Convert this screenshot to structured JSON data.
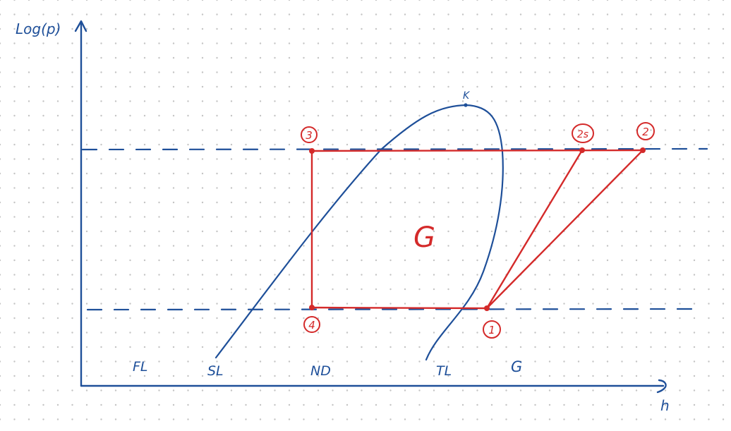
{
  "axes": {
    "y_label": "Log(p)",
    "x_label": "h"
  },
  "critical_point_label": "K",
  "cycle_center_label": "G",
  "points": [
    "1",
    "2",
    "2s",
    "3",
    "4"
  ],
  "regions": [
    "FL",
    "SL",
    "ND",
    "TL",
    "G"
  ],
  "colors": {
    "blue": "#1e4f99",
    "red": "#d42a2a",
    "grid_dot": "#c4c4c4",
    "background": "#ffffff"
  }
}
